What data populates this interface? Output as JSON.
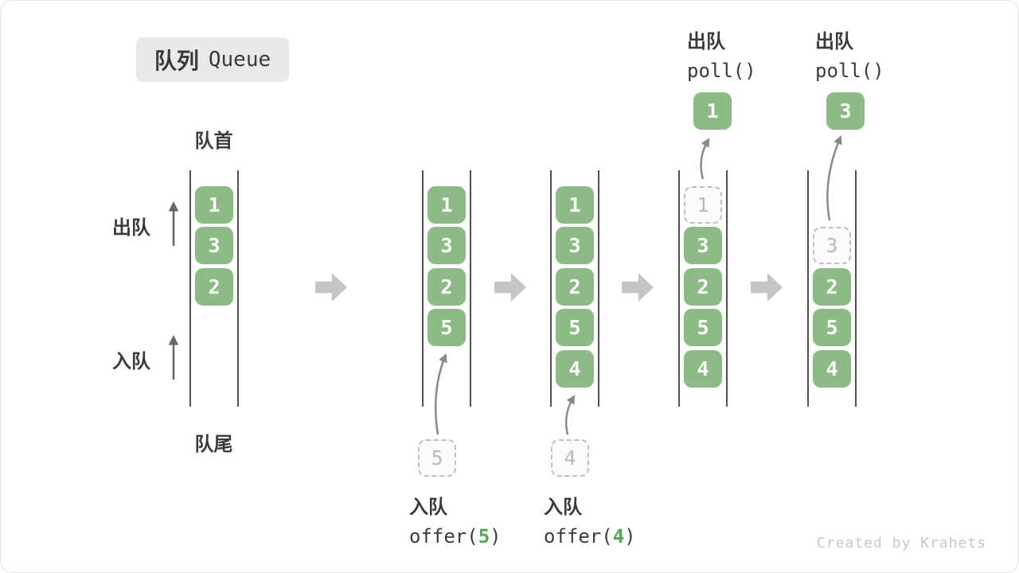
{
  "title": {
    "zh": "队列",
    "en": "Queue"
  },
  "labels": {
    "front": "队首",
    "rear": "队尾",
    "dequeue_side": "出队",
    "enqueue_side": "入队",
    "watermark": "Created by Krahets"
  },
  "operations": {
    "offer5": {
      "name": "入队",
      "fn": "offer(",
      "arg": "5",
      "close": ")"
    },
    "offer4": {
      "name": "入队",
      "fn": "offer(",
      "arg": "4",
      "close": ")"
    },
    "poll1": {
      "name": "出队",
      "code": "poll()",
      "result": "1"
    },
    "poll2": {
      "name": "出队",
      "code": "poll()",
      "result": "3"
    }
  },
  "pending": {
    "offer5": "5",
    "offer4": "4"
  },
  "states": [
    {
      "boxes": [
        "1",
        "3",
        "2"
      ]
    },
    {
      "boxes": [
        "1",
        "3",
        "2",
        "5"
      ]
    },
    {
      "boxes": [
        "1",
        "3",
        "2",
        "5",
        "4"
      ]
    },
    {
      "ghost": "1",
      "boxes": [
        "3",
        "2",
        "5",
        "4"
      ]
    },
    {
      "ghost": "3",
      "boxes": [
        "2",
        "5",
        "4"
      ]
    }
  ],
  "colors": {
    "box_green": "#8cbb85",
    "code_green": "#56a456",
    "ink": "#3b3b3b",
    "ghost_border": "#bfbfbf",
    "ghost_text": "#b9b9b9",
    "block_arrow": "#c5c5c5",
    "curve_arrow": "#8a8a8a",
    "column_line": "#515151",
    "watermark": "#c7c7c7",
    "badge_bg": "#e9e9e9"
  }
}
